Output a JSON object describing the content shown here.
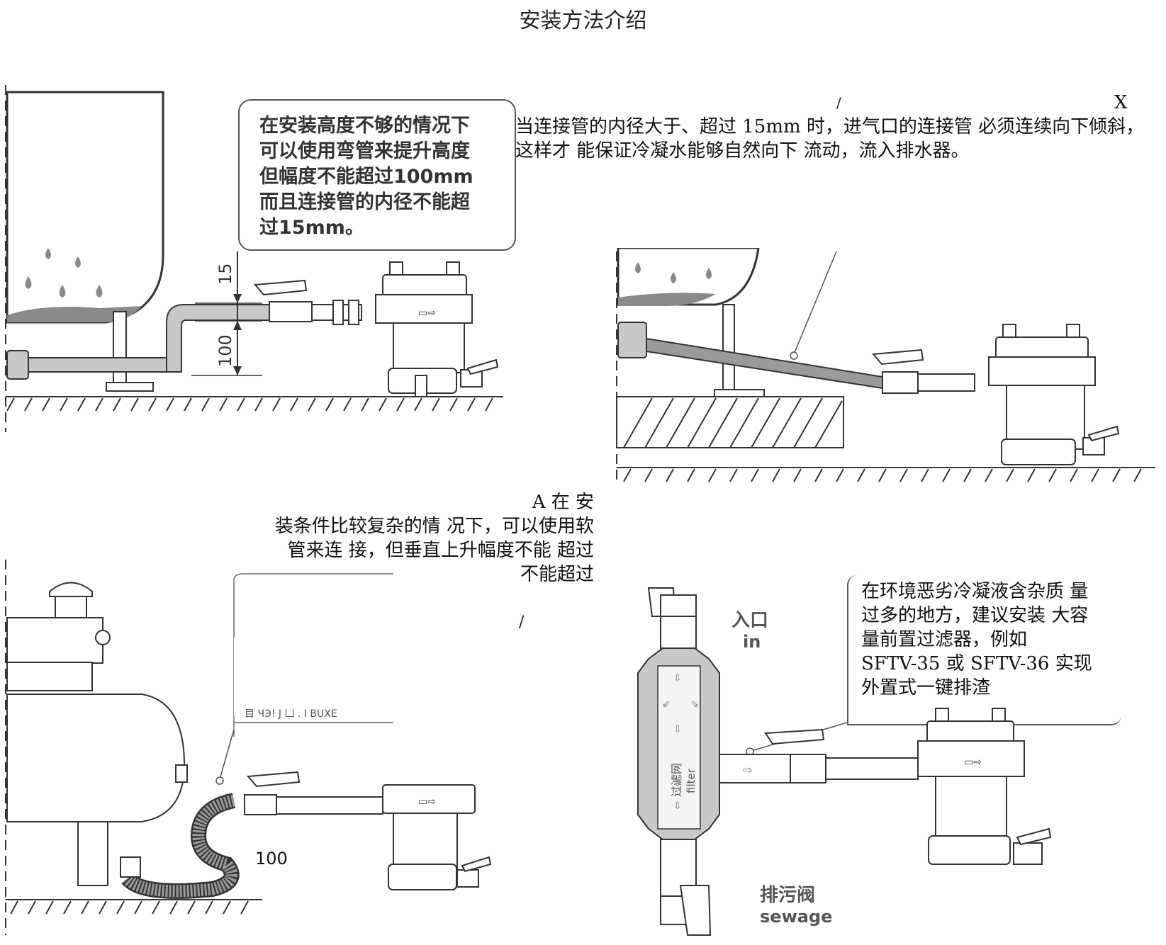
{
  "page": {
    "title": "安装方法介绍"
  },
  "panel1": {
    "callout_lines": [
      "在安装高度不够的情况下",
      "可以使用弯管来提升高度",
      "但幅度不能超过100mm",
      "而且连接管的内径不能超",
      "过15mm。"
    ],
    "dim_upper": "15",
    "dim_lower": "100"
  },
  "panel2": {
    "mark_slash": "/",
    "mark_x": "X",
    "note_lines": [
      "当连接管的内径大于、超过  15mm 时，进气口的连接管  必须连续向下倾斜，",
      "这样才  能保证冷凝水能够自然向下  流动，流入排水器。"
    ]
  },
  "panel3": {
    "note_lines": [
      "A  在 安",
      "装条件比较复杂的情  况下，可以使用软",
      "管来连  接，但垂直上升幅度不能  超过",
      "不能超过"
    ],
    "stray_mark": "/",
    "dim_label": "100",
    "faded_fragment": "目 ЧЭ! J 凵 . I BUXE"
  },
  "panel4": {
    "note_lines": [
      "在环境恶劣冷凝液含杂质  量",
      "过多的地方，建议安装  大容",
      "量前置过滤器，例如",
      "SFTV-35 或 SFTV-36 实现",
      "外置式一键排渣"
    ],
    "inlet_cn": "入口",
    "inlet_en": "in",
    "filter_cn": "过滤网",
    "filter_en": "filter",
    "sewage_cn": "排污阀",
    "sewage_en": "sewage"
  },
  "colors": {
    "line": "#333333",
    "pipe_fill": "#c8c8c8",
    "water": "#8a8a8a",
    "hose": "#9a9a9a"
  }
}
